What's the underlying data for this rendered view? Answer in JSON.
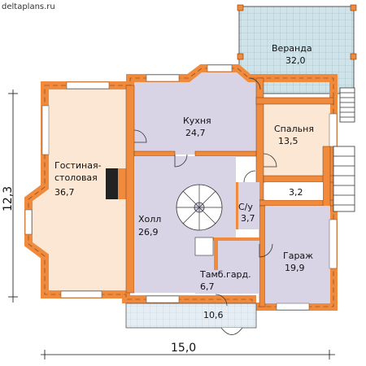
{
  "site": "deltaplans.ru",
  "colors": {
    "wall": "#f08a3c",
    "wall_dark": "#c85a1a",
    "living": "#fbe7d3",
    "lavender": "#d9d3e6",
    "bedroom": "#fbe7d3",
    "veranda": "#cfe3e8",
    "grid": "#9ab8c4",
    "terrace": "#e6eef4"
  },
  "rooms": {
    "veranda": {
      "name": "Веранда",
      "area": "32,0"
    },
    "kitchen": {
      "name": "Кухня",
      "area": "24,7"
    },
    "bedroom": {
      "name": "Спальня",
      "area": "13,5"
    },
    "living": {
      "name_line1": "Гостиная-",
      "name_line2": "столовая",
      "area": "36,7"
    },
    "hall": {
      "name": "Холл",
      "area": "26,9"
    },
    "wc": {
      "name": "С/у",
      "area": "3,7"
    },
    "storage": {
      "area": "3,2"
    },
    "garage": {
      "name": "Гараж",
      "area": "19,9"
    },
    "vestibule": {
      "name": "Тамб.гард.",
      "area": "6,7"
    },
    "terrace": {
      "area": "10,6"
    }
  },
  "dimensions": {
    "width": "15,0",
    "height": "12,3"
  }
}
